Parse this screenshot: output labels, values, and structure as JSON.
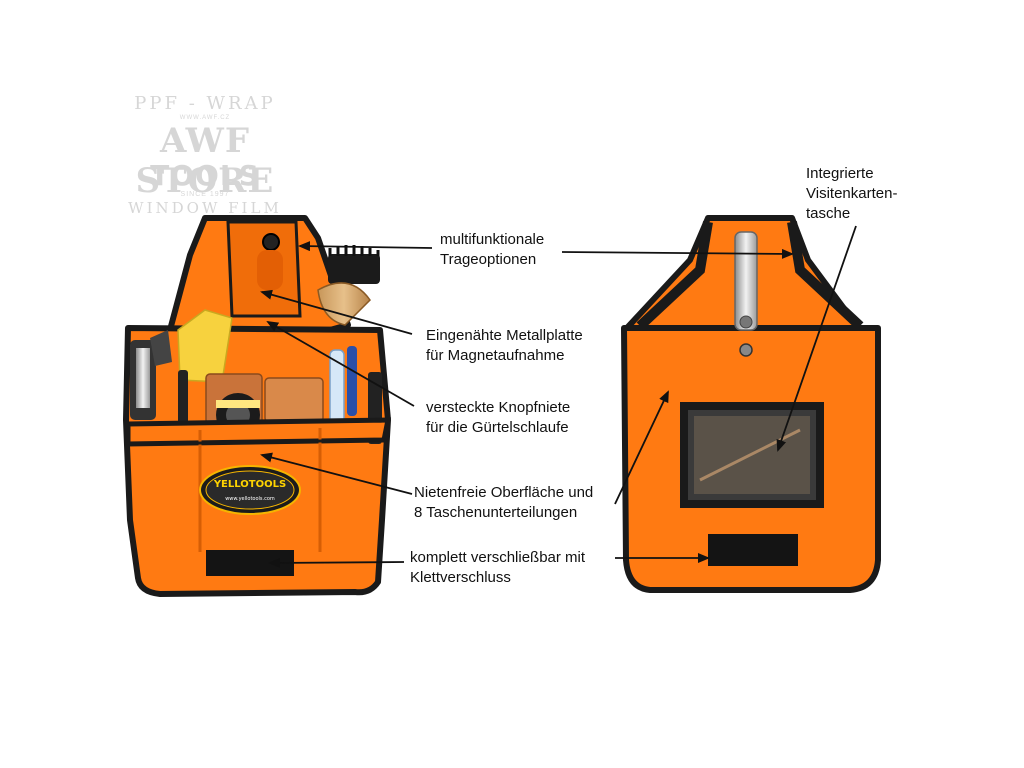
{
  "watermark": {
    "top": "PPF - WRAP",
    "small": "WWW.AWF.CZ",
    "brand": "AWF STORE",
    "tools": "TOOLS",
    "since": "SINCE 1997",
    "bottom": "WINDOW FILM"
  },
  "logo": {
    "brand": "YELLOTOOLS",
    "url": "www.yellotools.com"
  },
  "callouts": {
    "carry": "multifunktionale\nTrageoptionen",
    "metal_plate": "Eingenähte Metallplatte\nfür Magnetaufnahme",
    "rivet": "versteckte Knopfniete\nfür die Gürtelschlaufe",
    "surface": "Nietenfreie Oberfläche und\n8 Taschenunterteilungen",
    "closure": "komplett verschließbar mit\nKlettverschluss",
    "card_pocket": "Integrierte\nVisitenkarten-\ntasche"
  },
  "colors": {
    "orange": "#ff7a12",
    "orange_dark": "#e86400",
    "trim": "#1a1a1a",
    "arrow": "#111111"
  }
}
